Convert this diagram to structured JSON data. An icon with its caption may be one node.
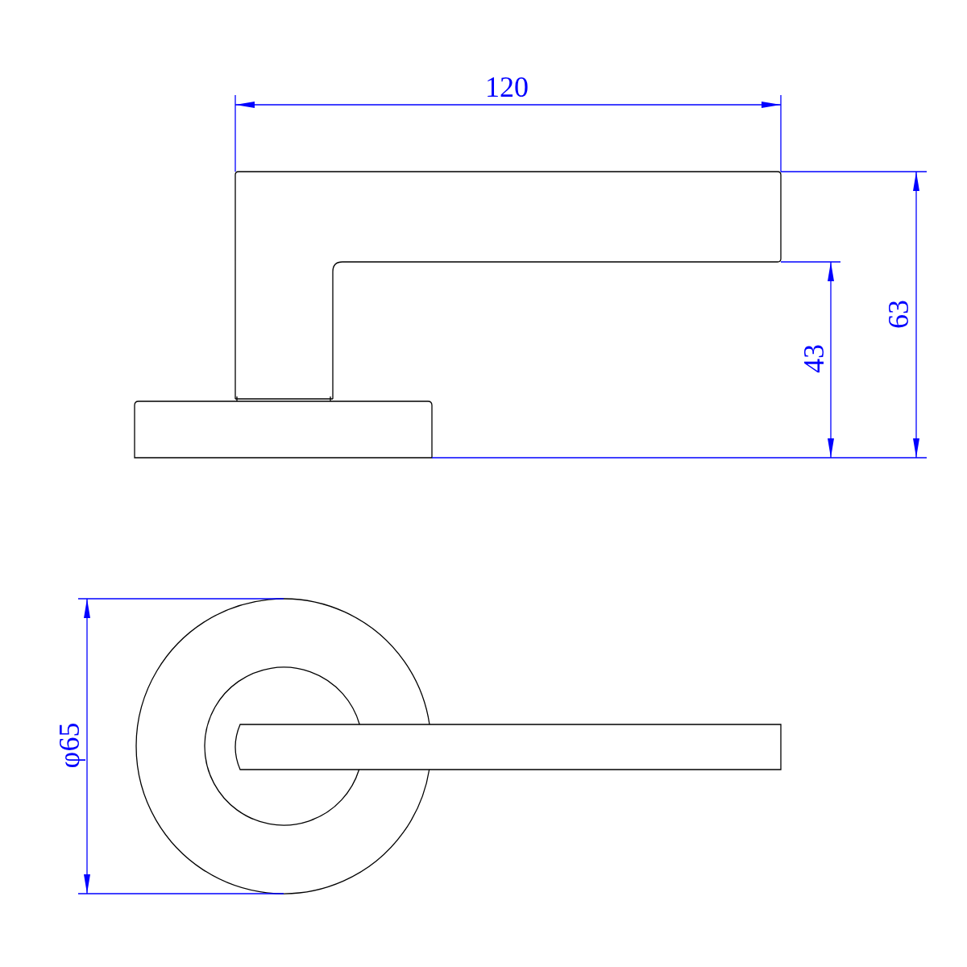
{
  "diagram": {
    "labels": [
      "120",
      "63",
      "43",
      "φ65"
    ]
  }
}
